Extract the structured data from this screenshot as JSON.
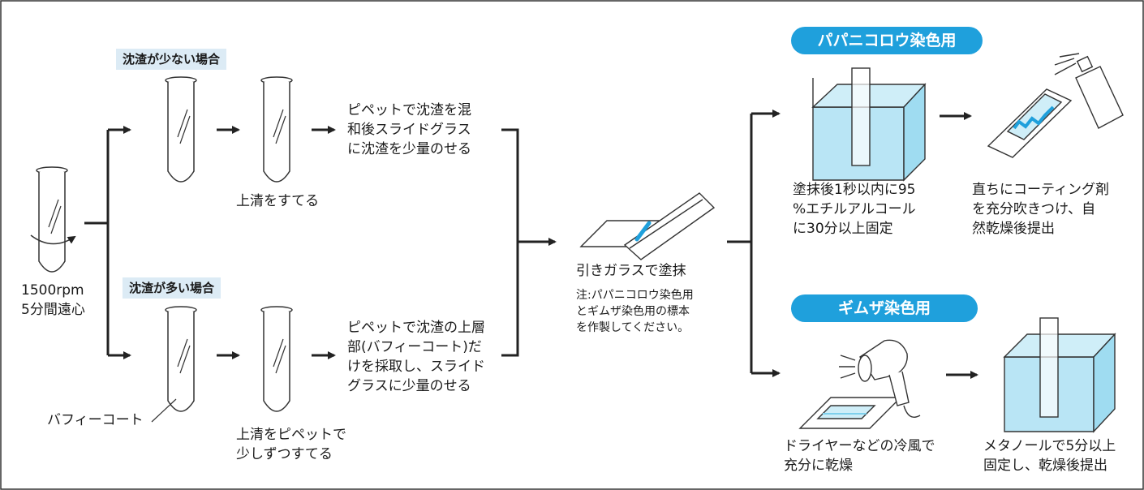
{
  "colors": {
    "accent": "#1fa0dc",
    "liquid": "#7fd0ec",
    "liquid_light": "#cfeef8",
    "label_bg": "#dcebf5",
    "line": "#222222"
  },
  "centrifuge": {
    "label": "1500rpm\n5分間遠心"
  },
  "few_sediment": {
    "heading": "沈渣が少ない場合",
    "tube_caption": "上清をすてる",
    "step_text": "ピペットで沈渣を混\n和後スライドグラス\nに沈渣を少量のせる"
  },
  "many_sediment": {
    "heading": "沈渣が多い場合",
    "buffy_label": "バフィーコート",
    "tube_caption": "上清をピペットで\n少しずつすてる",
    "step_text": "ピペットで沈渣の上層\n部(バフィーコート)だ\nけを採取し、スライド\nグラスに少量のせる"
  },
  "smear": {
    "caption": "引きガラスで塗抹",
    "note": "注:パパニコロウ染色用\nとギムザ染色用の標本\nを作製してください。"
  },
  "papanicolaou": {
    "title": "パパニコロウ染色用",
    "fix_text": "塗抹後1秒以内に95\n%エチルアルコール\nに30分以上固定",
    "coat_text": "直ちにコーティング剤\nを充分吹きつけ、自\n然乾燥後提出"
  },
  "giemsa": {
    "title": "ギムザ染色用",
    "dry_text": "ドライヤーなどの冷風で\n充分に乾燥",
    "fix_text": "メタノールで5分以上\n固定し、乾燥後提出"
  }
}
